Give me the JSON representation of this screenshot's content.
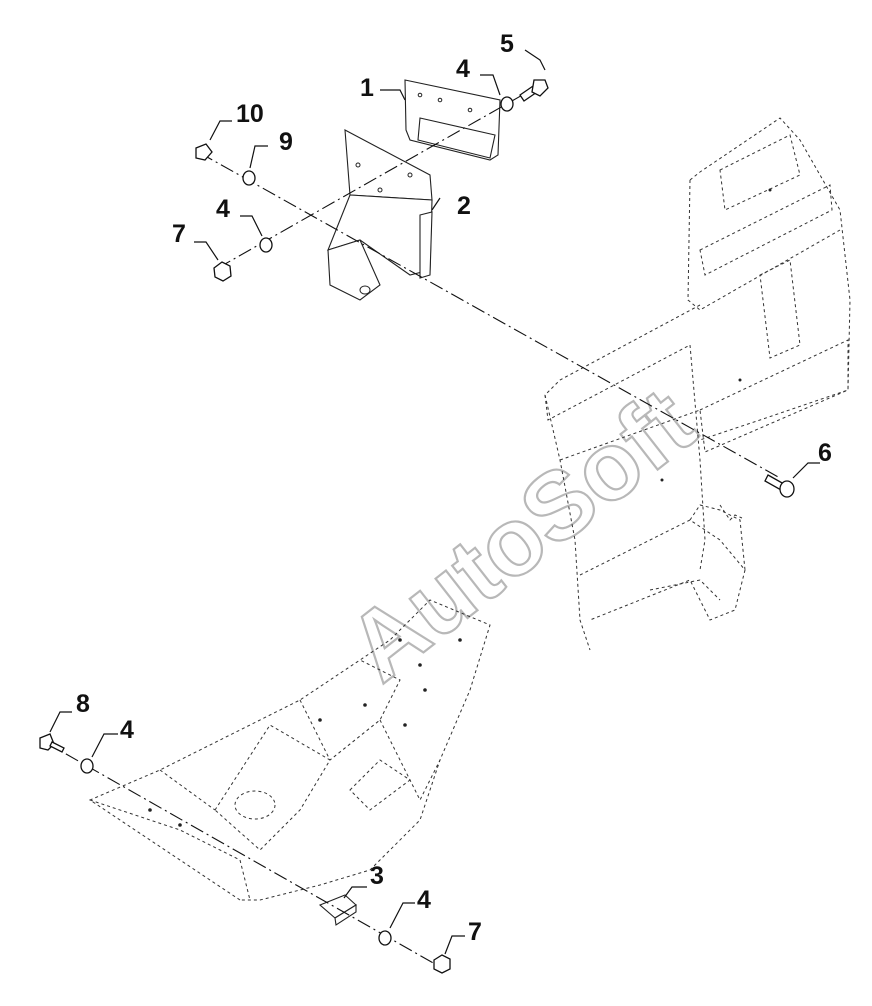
{
  "watermark": "AutoSoft",
  "callouts": [
    {
      "id": "c1",
      "label": "1"
    },
    {
      "id": "c2",
      "label": "2"
    },
    {
      "id": "c3",
      "label": "3"
    },
    {
      "id": "c4a",
      "label": "4"
    },
    {
      "id": "c4b",
      "label": "4"
    },
    {
      "id": "c4c",
      "label": "4"
    },
    {
      "id": "c4d",
      "label": "4"
    },
    {
      "id": "c5",
      "label": "5"
    },
    {
      "id": "c6",
      "label": "6"
    },
    {
      "id": "c7a",
      "label": "7"
    },
    {
      "id": "c7b",
      "label": "7"
    },
    {
      "id": "c8",
      "label": "8"
    },
    {
      "id": "c9",
      "label": "9"
    },
    {
      "id": "c10",
      "label": "10"
    }
  ]
}
